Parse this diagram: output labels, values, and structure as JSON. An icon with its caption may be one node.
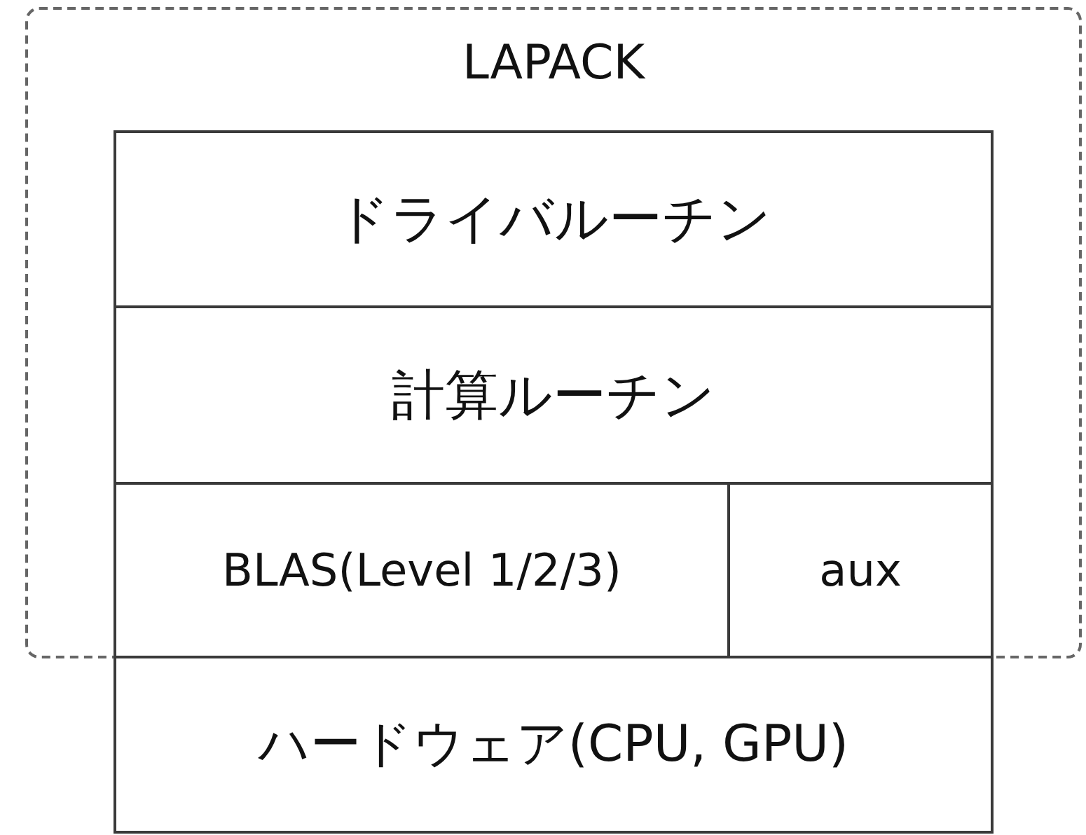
{
  "diagram": {
    "nodes": [
      {
        "text": [
          "LAPACK"
        ]
      },
      {
        "text": [
          "ドライバルーチン"
        ],
        "in": 0
      },
      {
        "text": [
          "計算ルーチン"
        ],
        "in": 0
      },
      {
        "text": [
          "BLAS(Level 1/2/3)"
        ],
        "in": 0
      },
      {
        "text": [
          "aux"
        ],
        "in": 0
      },
      {
        "text": [
          "ハードウェア(CPU, GPU)"
        ]
      }
    ]
  }
}
